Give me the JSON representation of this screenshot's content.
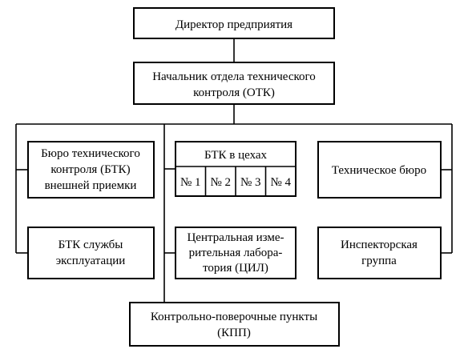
{
  "director": "Директор предприятия",
  "otk_head": {
    "line1": "Начальник отдела технического",
    "line2": "контроля (ОТК)"
  },
  "btk_external": {
    "line1": "Бюро технического",
    "line2": "контроля (БТК)",
    "line3": "внешней приемки"
  },
  "btk_shops": {
    "title": "БТК в цехах",
    "shops": [
      "№ 1",
      "№ 2",
      "№ 3",
      "№ 4"
    ]
  },
  "tech_bureau": "Техническое бюро",
  "btk_service": {
    "line1": "БТК службы",
    "line2": "эксплуатации"
  },
  "cil": {
    "line1": "Центральная изме-",
    "line2": "рительная лабора-",
    "line3": "тория (ЦИЛ)"
  },
  "inspector_group": {
    "line1": "Инспекторская",
    "line2": "группа"
  },
  "kpp": {
    "line1": "Контрольно-поверочные пункты",
    "line2": "(КПП)"
  }
}
